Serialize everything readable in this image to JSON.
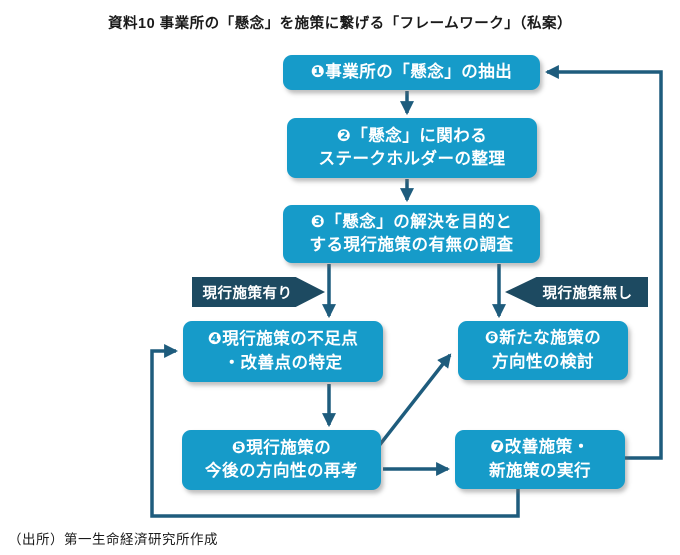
{
  "title": "資料10 事業所の「懸念」を施策に繋げる「フレームワーク」（私案）",
  "source": "（出所）第一生命経済研究所作成",
  "colors": {
    "box": "#169BC9",
    "branch": "#1D4A61",
    "arrow": "#1E5C7D",
    "ink": "#1a1a1a"
  },
  "steps": {
    "s1": "❶事業所の「懸念」の抽出",
    "s2": "❷「懸念」に関わる\nステークホルダーの整理",
    "s3": "❸「懸念」の解決を目的と\nする現行施策の有無の調査",
    "s4": "❹現行施策の不足点\n・改善点の特定",
    "s5": "❺現行施策の\n今後の方向性の再考",
    "s6": "❻新たな施策の\n方向性の検討",
    "s7": "❼改善施策・\n新施策の実行"
  },
  "branches": {
    "has_policy": "現行施策有り",
    "no_policy": "現行施策無し"
  }
}
